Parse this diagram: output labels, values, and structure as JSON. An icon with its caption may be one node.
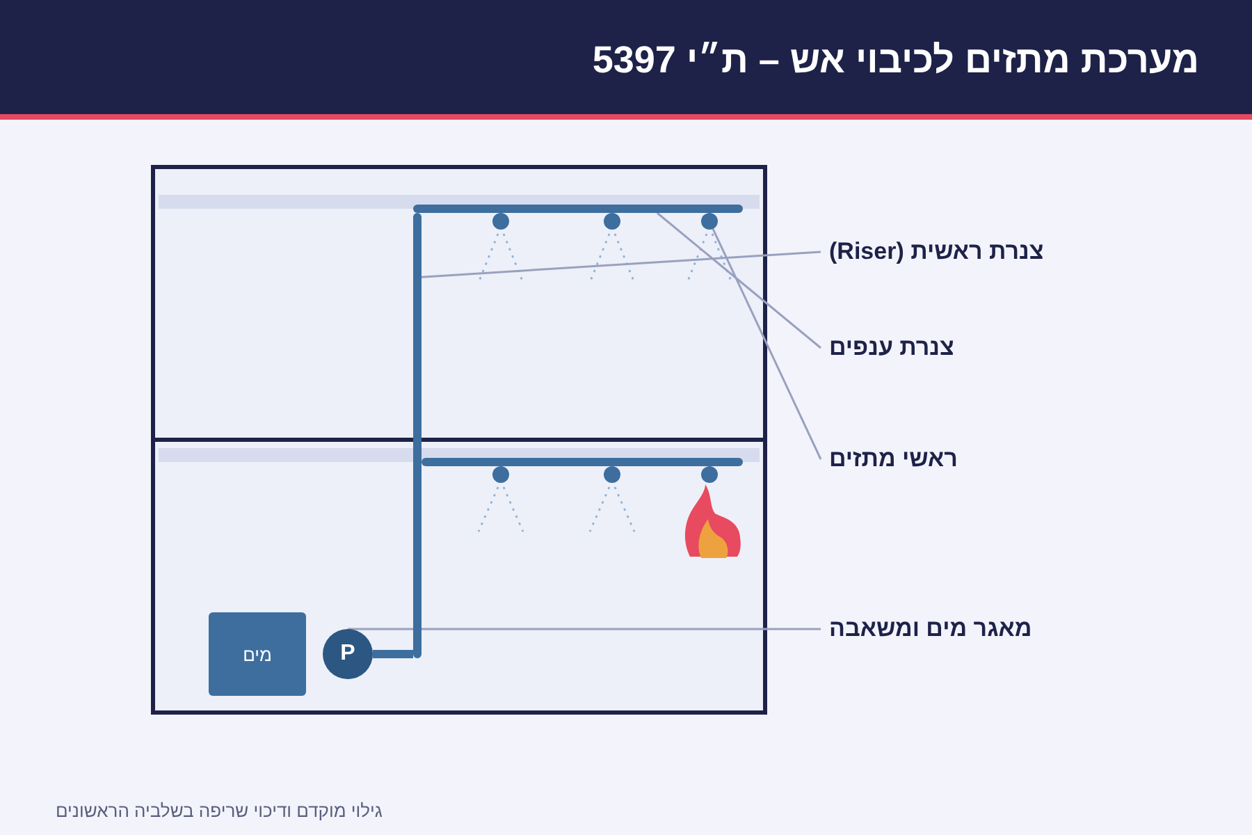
{
  "diagram": {
    "title": "מערכת מתזים לכיבוי אש – ת״י 5397",
    "caption": "גילוי מוקדם ודיכוי שריפה בשלביה הראשונים",
    "nodes": [
      {
        "text": [],
        "shape": "bar"
      },
      {
        "text": [],
        "shape": "bar"
      },
      {
        "text": [],
        "shape": "circle"
      },
      {
        "text": [],
        "shape": "circle"
      },
      {
        "text": [],
        "shape": "circle"
      },
      {
        "text": [
          "צנרת ראשית (Riser)"
        ]
      },
      {
        "text": [
          "צנרת ענפים"
        ]
      },
      {
        "text": [
          "ראשי מתזים"
        ]
      },
      {
        "text": [],
        "shape": "bar"
      },
      {
        "text": [],
        "shape": "circle"
      },
      {
        "text": [],
        "shape": "circle"
      },
      {
        "text": [],
        "shape": "circle"
      },
      {
        "text": [
          "מים"
        ]
      },
      {
        "text": [
          "P"
        ]
      },
      {
        "text": [
          "מאגר מים ומשאבה"
        ]
      }
    ],
    "edges": [
      {
        "from": 5,
        "to": 0,
        "arrow": "none"
      },
      {
        "from": 6,
        "to": 1,
        "arrow": "none"
      },
      {
        "from": 7,
        "to": 4,
        "arrow": "none"
      },
      {
        "from": 14,
        "to": 13,
        "arrow": "none"
      },
      {
        "from": 13,
        "to": 0,
        "arrow": "none",
        "style": "thick",
        "color": "#3d6e9e"
      }
    ]
  }
}
